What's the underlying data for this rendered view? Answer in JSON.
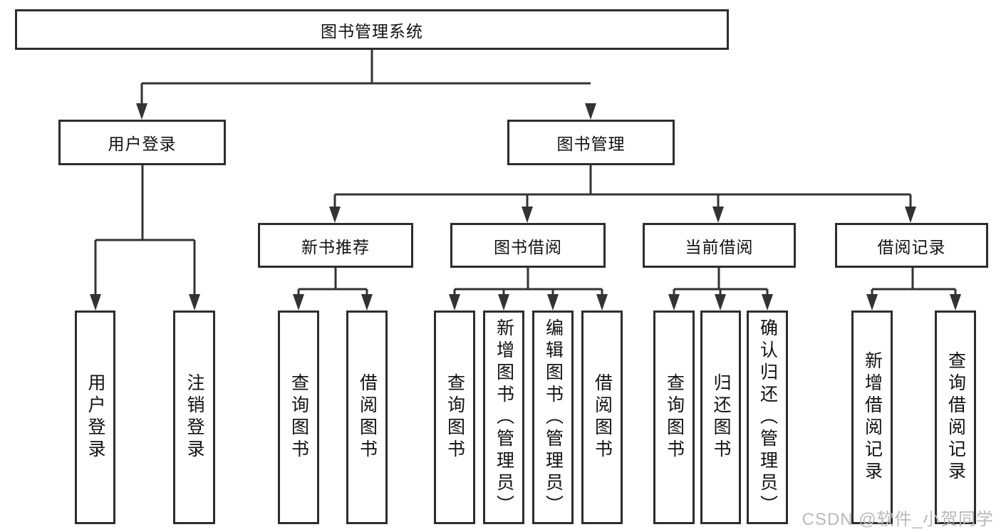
{
  "diagram_type": "feature-tree",
  "tree": {
    "root_label": "图书管理系统",
    "user_branch": {
      "label": "用户登录",
      "children": [
        "用户登录",
        "注销登录"
      ]
    },
    "book_branch": {
      "label": "图书管理",
      "groups": [
        {
          "label": "新书推荐",
          "children": [
            "查询图书",
            "借阅图书"
          ]
        },
        {
          "label": "图书借阅",
          "children": [
            "查询图书",
            "新增图书（管理员）",
            "编辑图书（管理员）",
            "借阅图书"
          ]
        },
        {
          "label": "当前借阅",
          "children": [
            "查询图书",
            "归还图书",
            "确认归还（管理员）"
          ]
        },
        {
          "label": "借阅记录",
          "children": [
            "新增借阅记录",
            "查询借阅记录"
          ]
        }
      ]
    }
  },
  "watermark": {
    "text": "CSDN @软件_小贺同学"
  },
  "colors": {
    "background": "#ffffff",
    "line": "#333333",
    "box_border": "#2d2d2d",
    "text": "#111111",
    "watermark": "#b9b9b9"
  }
}
